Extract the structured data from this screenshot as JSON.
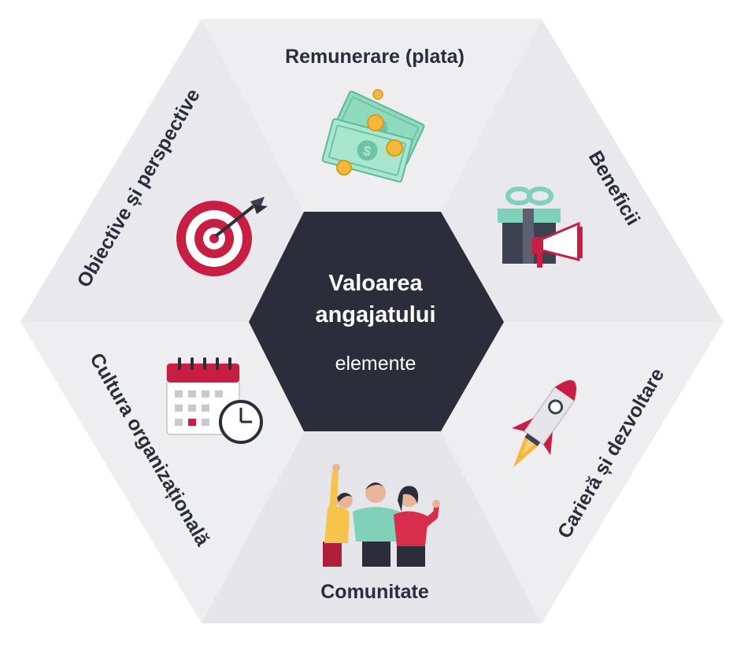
{
  "center": {
    "title_line1": "Valoarea",
    "title_line2": "angajatului",
    "subtitle": "elemente"
  },
  "segments": {
    "top": "Remunerare (plata)",
    "upper_right": "Beneficii",
    "lower_right": "Carieră și dezvoltare",
    "bottom": "Comunitate",
    "lower_left": "Cultura organizațională",
    "upper_left": "Obiective și perspective"
  },
  "colors": {
    "segment_light": "#eeedf0",
    "segment_mid": "#e6e5e9",
    "center": "#2b2e3a",
    "accent_red": "#c81e43",
    "money_green": "#a8e6cf",
    "teal": "#7fd1b9"
  },
  "icons": {
    "top": "money-icon",
    "upper_right": "gift-megaphone-icon",
    "lower_right": "rocket-icon",
    "bottom": "people-celebrating-icon",
    "lower_left": "calendar-clock-icon",
    "upper_left": "target-dart-icon"
  }
}
